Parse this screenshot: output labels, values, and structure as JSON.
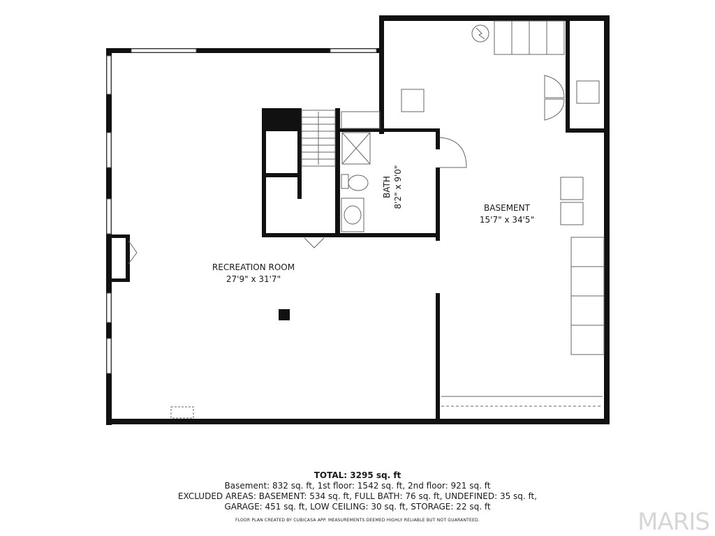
{
  "rooms": {
    "recreation": {
      "name": "RECREATION ROOM",
      "dims": "27'9\" x 31'7\""
    },
    "basement": {
      "name": "BASEMENT",
      "dims": "15'7\" x 34'5\""
    },
    "bath": {
      "name": "BATH",
      "dims": "8'2\" x 9'0\""
    }
  },
  "summary": {
    "total": "TOTAL: 3295 sq. ft",
    "line1": "Basement: 832 sq. ft, 1st floor: 1542 sq. ft, 2nd floor: 921 sq. ft",
    "line2": "EXCLUDED AREAS: BASEMENT: 534 sq. ft, FULL BATH: 76 sq. ft, UNDEFINED: 35 sq. ft,",
    "line3": "GARAGE: 451 sq. ft, LOW CEILING: 30 sq. ft, STORAGE: 22 sq. ft",
    "disclaimer": "FLOOR PLAN CREATED BY CUBICASA APP. MEASUREMENTS DEEMED HIGHLY RELIABLE BUT NOT GUARANTEED."
  },
  "brand": "MARIS",
  "colors": {
    "wall": "#111111",
    "fixture": "#666666",
    "label": "#1a1a1a",
    "brand": "#d6d6d6"
  }
}
